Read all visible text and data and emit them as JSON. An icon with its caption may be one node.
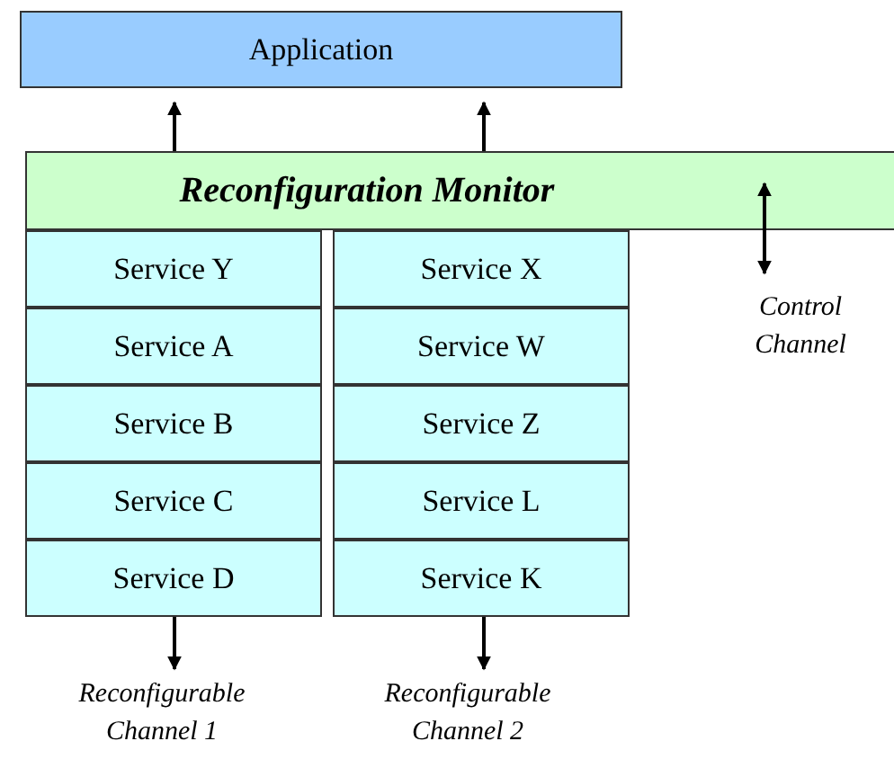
{
  "diagram": {
    "nodes": [
      {
        "text": [
          "Application"
        ]
      },
      {
        "text": [
          "Reconfiguration Monitor"
        ]
      },
      {
        "text": [
          "Service Y"
        ]
      },
      {
        "text": [
          "Service A"
        ]
      },
      {
        "text": [
          "Service B"
        ]
      },
      {
        "text": [
          "Service C"
        ]
      },
      {
        "text": [
          "Service D"
        ]
      },
      {
        "text": [
          "Service X"
        ]
      },
      {
        "text": [
          "Service W"
        ]
      },
      {
        "text": [
          "Service Z"
        ]
      },
      {
        "text": [
          "Service L"
        ]
      },
      {
        "text": [
          "Service K"
        ]
      },
      {
        "text": [
          "Control Channel"
        ]
      },
      {
        "text": [
          "Reconfigurable Channel 1"
        ]
      },
      {
        "text": [
          "Reconfigurable Channel 2"
        ]
      }
    ],
    "edges": [
      {
        "from": 1,
        "to": 0,
        "arrow": "to"
      },
      {
        "from": 1,
        "to": 0,
        "arrow": "to"
      },
      {
        "from": 1,
        "to": 12,
        "arrow": "both"
      },
      {
        "from": 6,
        "to": 13,
        "arrow": "to"
      },
      {
        "from": 11,
        "to": 14,
        "arrow": "to"
      }
    ]
  }
}
